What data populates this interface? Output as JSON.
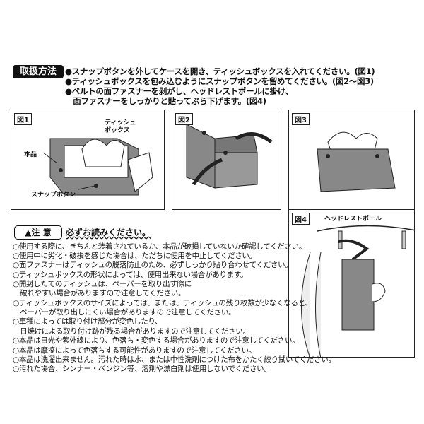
{
  "instructions": {
    "badge": "取扱方法",
    "lines": [
      "●スナップボタンを外してケースを開き、ティッシュボックスを入れてください。(図1)",
      "●ティッシュボックスを包み込むようにスナップボタンを留めてください。(図2～図3)",
      "●ベルトの面ファスナーを剥がし、ヘッドレストポールに掛け、",
      "　面ファスナーをしっかりと貼ってぶら下げます。(図4)"
    ]
  },
  "figures": {
    "fig1": {
      "label": "図1",
      "tissue_box": "ティッシュ\nボックス",
      "tissue_1": "ティッシュ",
      "tissue_2": "ボックス",
      "product": "本品",
      "snap": "スナップボタン"
    },
    "fig2": {
      "label": "図2"
    },
    "fig3": {
      "label": "図3"
    },
    "fig4": {
      "label": "図4",
      "pole": "ヘッドレストポール"
    }
  },
  "caution": {
    "badge": "▲注 意",
    "must_read": "必ずお読みください。",
    "lines": [
      "○使用する際に、きちんと装着されているか、本品が破損していないか確認してください。",
      "○使用中に劣化・破損を感じた場合は、ただちに使用を中止してください。",
      "○面ファスナーはティッシュの脱落防止のため、必ずしっかり貼り合わせてください。",
      "○ティッシュボックスの形状によっては、使用出来ない場合があります。",
      "○開封したてのティッシュは、ペーパーを取り出す際に",
      "　破れやすい場合がありますので注意してください。",
      "○ティッシュボックスのサイズによっては、または、ティッシュの残り枚数が少なくなると、",
      "　ペーパーが取り出しにくい場合がありますので注意してください。",
      "○車種によっては取り付け部分が変色したり、",
      "　日焼けによる取り付け跡が残る場合がありますので注意してください。",
      "○本品は日光や紫外線により、色落ち・変色する場合がありますので注意してください。",
      "○本品は摩擦によって色落ちする可能性がありますので注意してください。",
      "○本品は洗濯出来ません。汚れた時は水、または中性洗剤につけた布をかたく絞り拭いてください。",
      "○汚れた場合、シンナー・ベンジン等、溶剤や漂白剤は使用しないでください。"
    ]
  }
}
